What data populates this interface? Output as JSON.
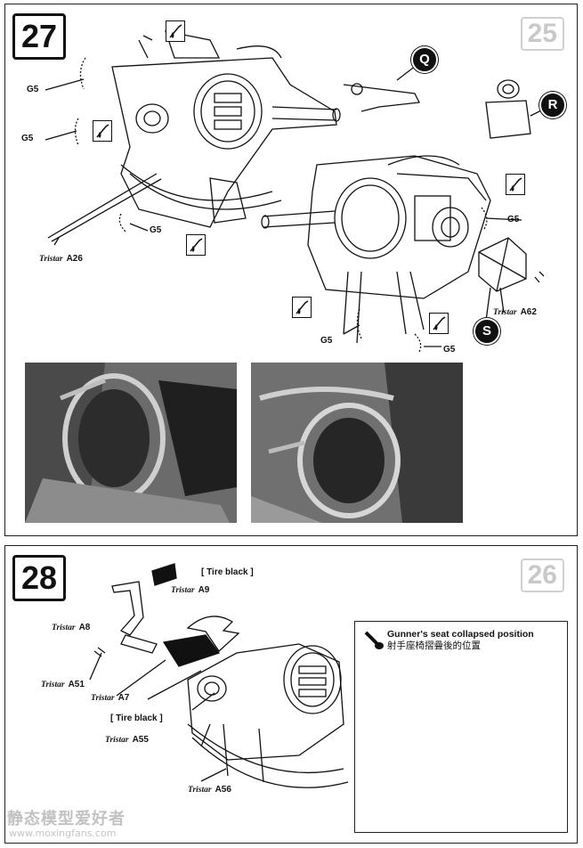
{
  "steps": [
    {
      "number": "27",
      "ghost_number": "25",
      "labels": {
        "g5_a": "G5",
        "g5_b": "G5",
        "g5_c": "G5",
        "g5_d": "G5",
        "g5_e": "G5",
        "g5_f": "G5",
        "part_a26": "A26",
        "part_a62": "A62"
      },
      "callouts": {
        "q": "Q",
        "r": "R",
        "s": "S"
      }
    },
    {
      "number": "28",
      "ghost_number": "26",
      "labels": {
        "tire_black_top": "[ Tire black ]",
        "tire_black_mid": "[ Tire black ]",
        "part_a9": "A9",
        "part_a8": "A8",
        "part_a51": "A51",
        "part_a7": "A7",
        "part_a55": "A55",
        "part_a56": "A56"
      },
      "inset": {
        "title_en": "Gunner's seat collapsed position",
        "title_zh": "射手座椅摺疊後的位置"
      }
    }
  ],
  "brand": "Tristar",
  "watermark": {
    "text": "静态模型爱好者",
    "url": "www.moxingfans.com"
  },
  "colors": {
    "ink": "#111111",
    "photo_bg": "#5a5a5a",
    "watermark": "#b8b8b8"
  }
}
